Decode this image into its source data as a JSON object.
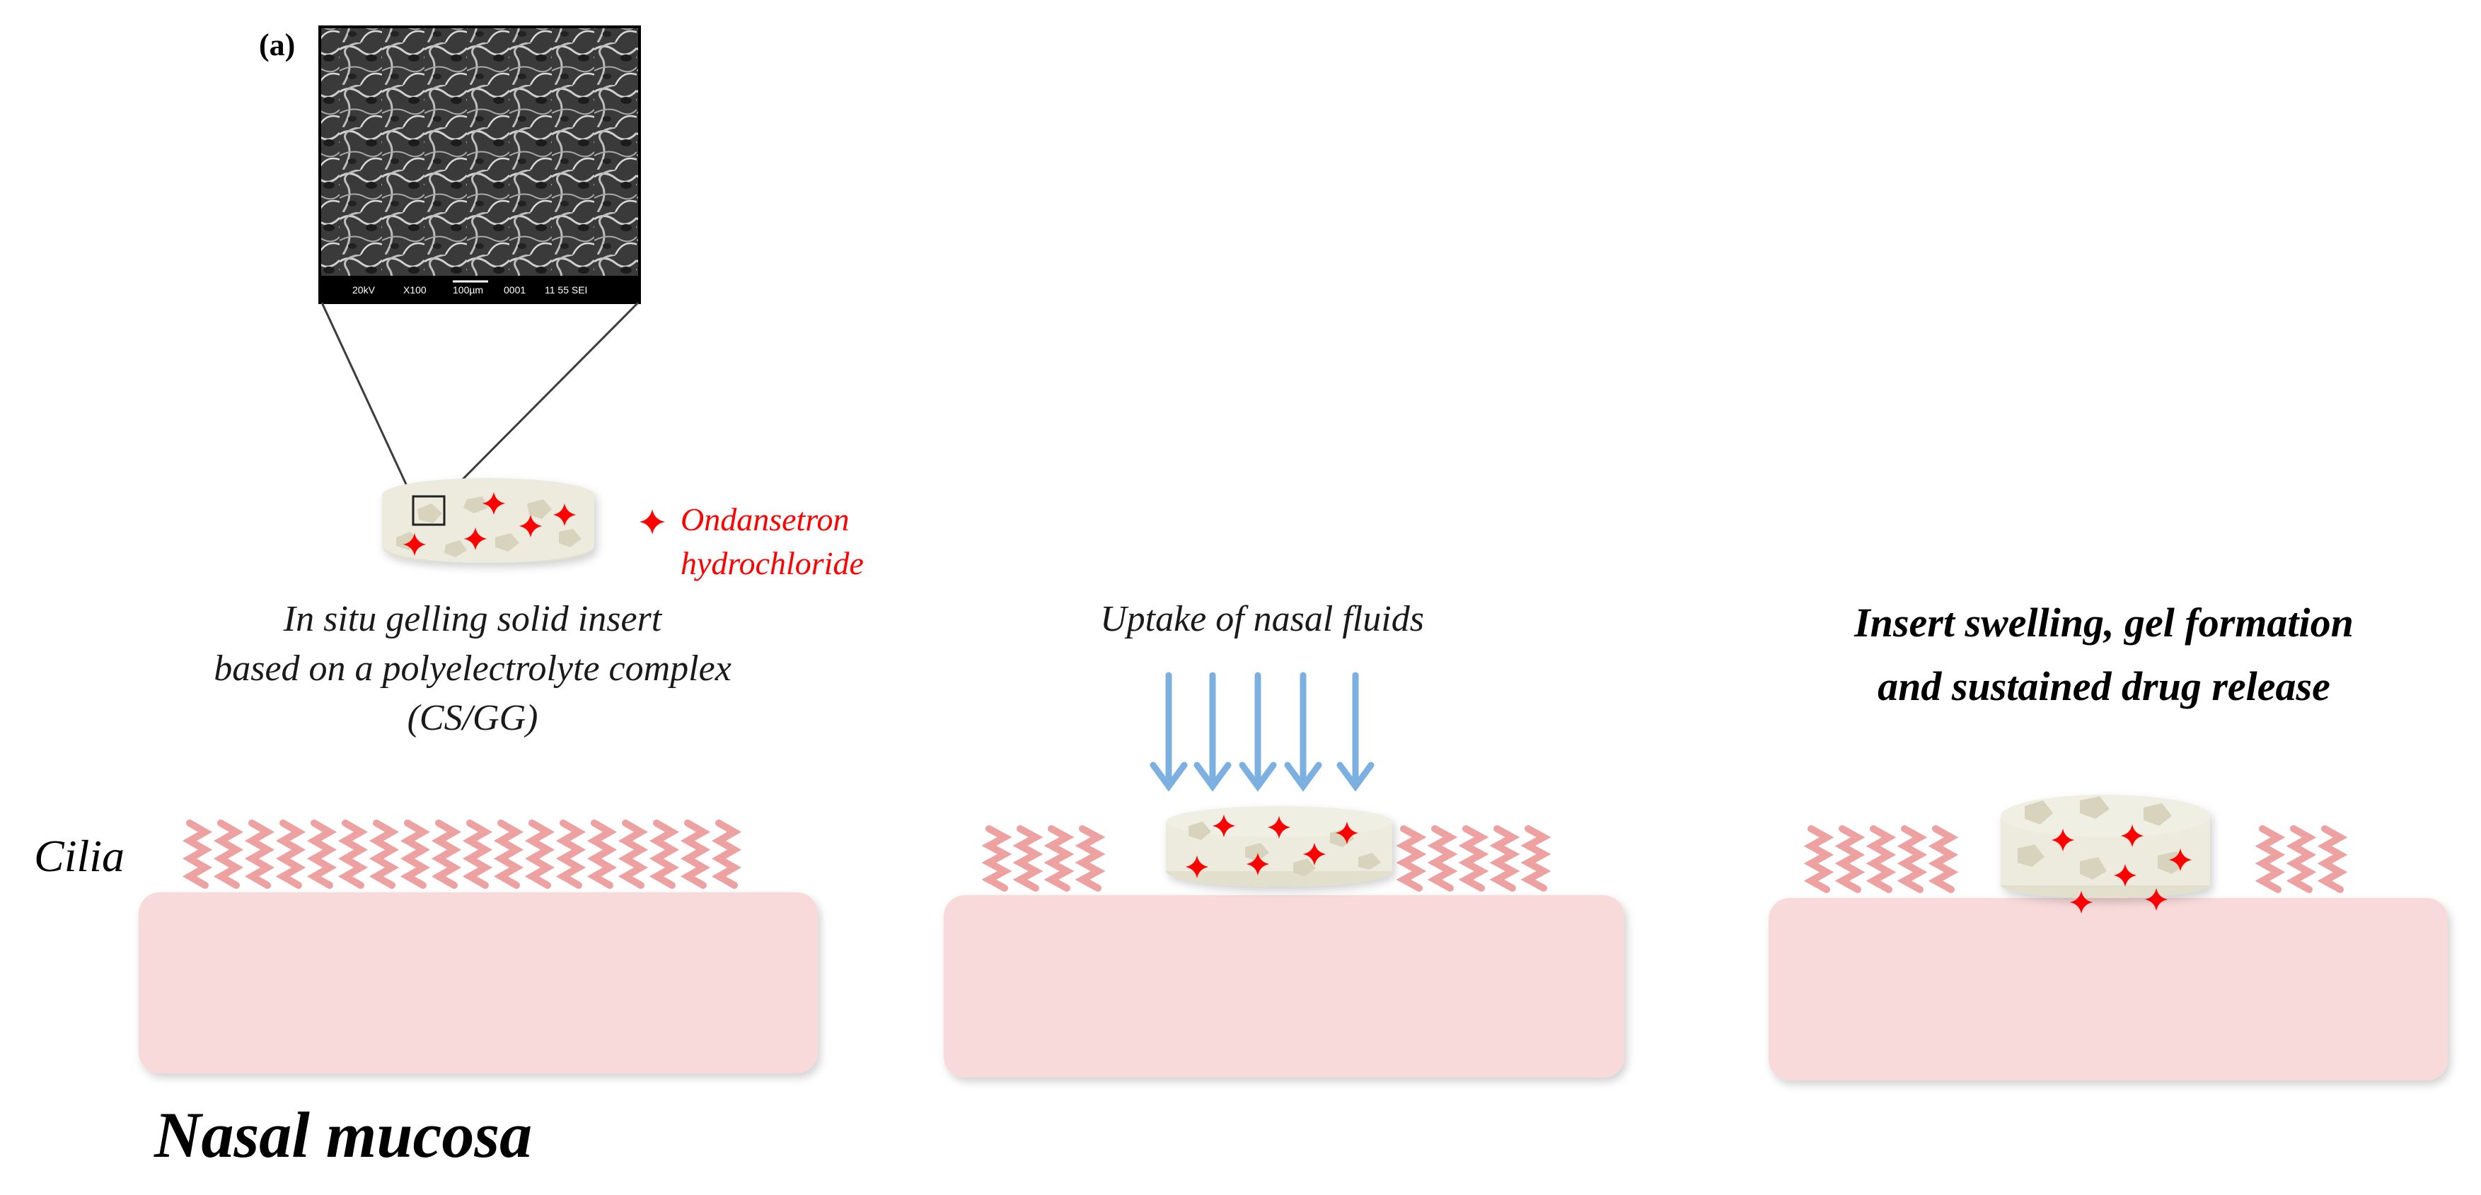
{
  "panel_label": "(a)",
  "sem": {
    "info_bar": [
      "20kV",
      "X100",
      "100µm",
      "0001",
      "11 55 SEI"
    ]
  },
  "legend": {
    "line1": "Ondansetron",
    "line2": "hydrochloride",
    "color": "#ff0000"
  },
  "stage1": {
    "caption_line1": "In situ gelling solid insert",
    "caption_line2": "based on a polyelectrolyte complex",
    "caption_line3": "(CS/GG)"
  },
  "stage2": {
    "caption": "Uptake of nasal fluids"
  },
  "stage3": {
    "caption_line1": "Insert swelling, gel formation",
    "caption_line2": "and sustained drug release"
  },
  "labels": {
    "cilia": "Cilia",
    "mucosa": "Nasal mucosa"
  },
  "colors": {
    "mucosa_fill": "#f8dada",
    "cilia": "#eea1a1",
    "insert_fill": "#ecebdd",
    "insert_particles": "#d8d3bd",
    "arrows": "#7bb0e0",
    "drug": "#ff0000"
  }
}
